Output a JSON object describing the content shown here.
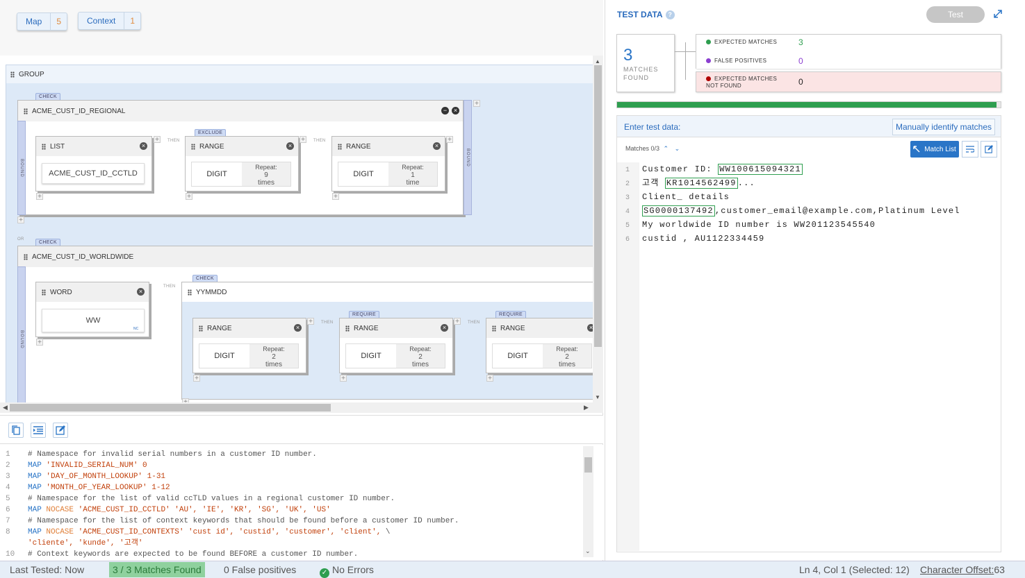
{
  "top_tabs": [
    {
      "label": "Map",
      "count": "5"
    },
    {
      "label": "Context",
      "count": "1"
    }
  ],
  "canvas": {
    "group_label": "GROUP",
    "or_label": "OR",
    "rule1": {
      "check_tag": "CHECK",
      "title": "ACME_CUST_ID_REGIONAL",
      "bound_label": "BOUND",
      "list": {
        "title": "LIST",
        "value": "ACME_CUST_ID_CCTLD"
      },
      "then1": "THEN",
      "exclude_tag": "EXCLUDE",
      "range1": {
        "title": "RANGE",
        "type": "DIGIT",
        "repeat_label": "Repeat:",
        "repeat": "9",
        "unit": "times"
      },
      "then2": "THEN",
      "range2": {
        "title": "RANGE",
        "type": "DIGIT",
        "repeat_label": "Repeat:",
        "repeat": "1",
        "unit": "time"
      }
    },
    "rule2": {
      "check_tag": "CHECK",
      "title": "ACME_CUST_ID_WORLDWIDE",
      "bound_label": "BOUND",
      "word": {
        "title": "WORD",
        "value": "WW",
        "badge": "NC"
      },
      "then1": "THEN",
      "yymmdd": {
        "check_tag": "CHECK",
        "title": "YYMMDD",
        "ranges": [
          {
            "title": "RANGE",
            "type": "DIGIT",
            "repeat_label": "Repeat:",
            "repeat": "2",
            "unit": "times",
            "tag": ""
          },
          {
            "title": "RANGE",
            "type": "DIGIT",
            "repeat_label": "Repeat:",
            "repeat": "2",
            "unit": "times",
            "tag": "REQUIRE"
          },
          {
            "title": "RANGE",
            "type": "DIGIT",
            "repeat_label": "Repeat:",
            "repeat": "2",
            "unit": "times",
            "tag": "REQUIRE"
          }
        ],
        "then_label": "THEN"
      }
    }
  },
  "code_lines": [
    {
      "n": "1",
      "parts": [
        {
          "c": "cm",
          "t": "# Namespace for invalid serial numbers in a customer ID number."
        }
      ]
    },
    {
      "n": "2",
      "parts": [
        {
          "c": "kw",
          "t": "MAP "
        },
        {
          "c": "st",
          "t": "'INVALID_SERIAL_NUM'"
        },
        {
          "c": "bl",
          "t": " 0"
        }
      ]
    },
    {
      "n": "3",
      "parts": [
        {
          "c": "kw",
          "t": "MAP "
        },
        {
          "c": "st",
          "t": "'DAY_OF_MONTH_LOOKUP'"
        },
        {
          "c": "bl",
          "t": " 1-31"
        }
      ]
    },
    {
      "n": "4",
      "parts": [
        {
          "c": "kw",
          "t": "MAP "
        },
        {
          "c": "st",
          "t": "'MONTH_OF_YEAR_LOOKUP'"
        },
        {
          "c": "bl",
          "t": " 1-12"
        }
      ]
    },
    {
      "n": "5",
      "parts": [
        {
          "c": "cm",
          "t": "# Namespace for the list of valid ccTLD values in a regional customer ID number."
        }
      ]
    },
    {
      "n": "6",
      "parts": [
        {
          "c": "kw",
          "t": "MAP "
        },
        {
          "c": "nc",
          "t": "NOCASE "
        },
        {
          "c": "st",
          "t": "'ACME_CUST_ID_CCTLD' 'AU', 'IE', 'KR', 'SG', 'UK', 'US'"
        }
      ]
    },
    {
      "n": "7",
      "parts": [
        {
          "c": "cm",
          "t": "# Namespace for the list of context keywords that should be found before a customer ID number."
        }
      ]
    },
    {
      "n": "8",
      "parts": [
        {
          "c": "kw",
          "t": "MAP "
        },
        {
          "c": "nc",
          "t": "NOCASE "
        },
        {
          "c": "st",
          "t": "'ACME_CUST_ID_CONTEXTS' 'cust id', 'custid', 'customer', 'client', "
        },
        {
          "c": "cm",
          "t": "\\"
        }
      ]
    },
    {
      "n": "",
      "parts": [
        {
          "c": "st",
          "t": "'cliente', 'kunde', '고객'"
        }
      ]
    },
    {
      "n": "10",
      "parts": [
        {
          "c": "cm",
          "t": "# Context keywords are expected to be found BEFORE a customer ID number."
        }
      ]
    }
  ],
  "test_data": {
    "title": "TEST DATA",
    "test_button": "Test",
    "matches_count": "3",
    "matches_label": "MATCHES FOUND",
    "expected_label": "EXPECTED MATCHES",
    "expected_value": "3",
    "false_pos_label": "FALSE POSITIVES",
    "false_pos_value": "0",
    "not_found_label": "EXPECTED MATCHES NOT FOUND",
    "not_found_value": "0",
    "progress": 0.99,
    "enter_label": "Enter test data:",
    "manual_button": "Manually identify matches",
    "matches_nav": "Matches 0/3",
    "match_list_button": "Match List",
    "lines": [
      {
        "n": "1",
        "pre": "Customer ID: ",
        "hl": "WW100615094321",
        "post": ""
      },
      {
        "n": "2",
        "pre": "고객 ",
        "hl": "KR1014562499",
        "post": "..."
      },
      {
        "n": "3",
        "pre": "Client_ details",
        "hl": "",
        "post": ""
      },
      {
        "n": "4",
        "pre": "",
        "hl": "SG0000137492",
        "post": ",customer_email@example.com,Platinum Level"
      },
      {
        "n": "5",
        "pre": "My worldwide ID number is WW201123545540",
        "hl": "",
        "post": ""
      },
      {
        "n": "6",
        "pre": "custid , AU1122334459",
        "hl": "",
        "post": ""
      }
    ]
  },
  "status": {
    "last_tested": "Last Tested: Now",
    "matches_found": "3 / 3 Matches Found",
    "false_positives": "0 False positives",
    "errors": "No Errors",
    "cursor": "Ln 4, Col 1 (Selected: 12)",
    "offset_label": "Character Offset:",
    "offset_value": "63"
  },
  "colors": {
    "accent": "#2a75c7",
    "match_green": "#2e9e4f",
    "false_purple": "#8b3fd0",
    "notfound_red": "#b00000"
  }
}
